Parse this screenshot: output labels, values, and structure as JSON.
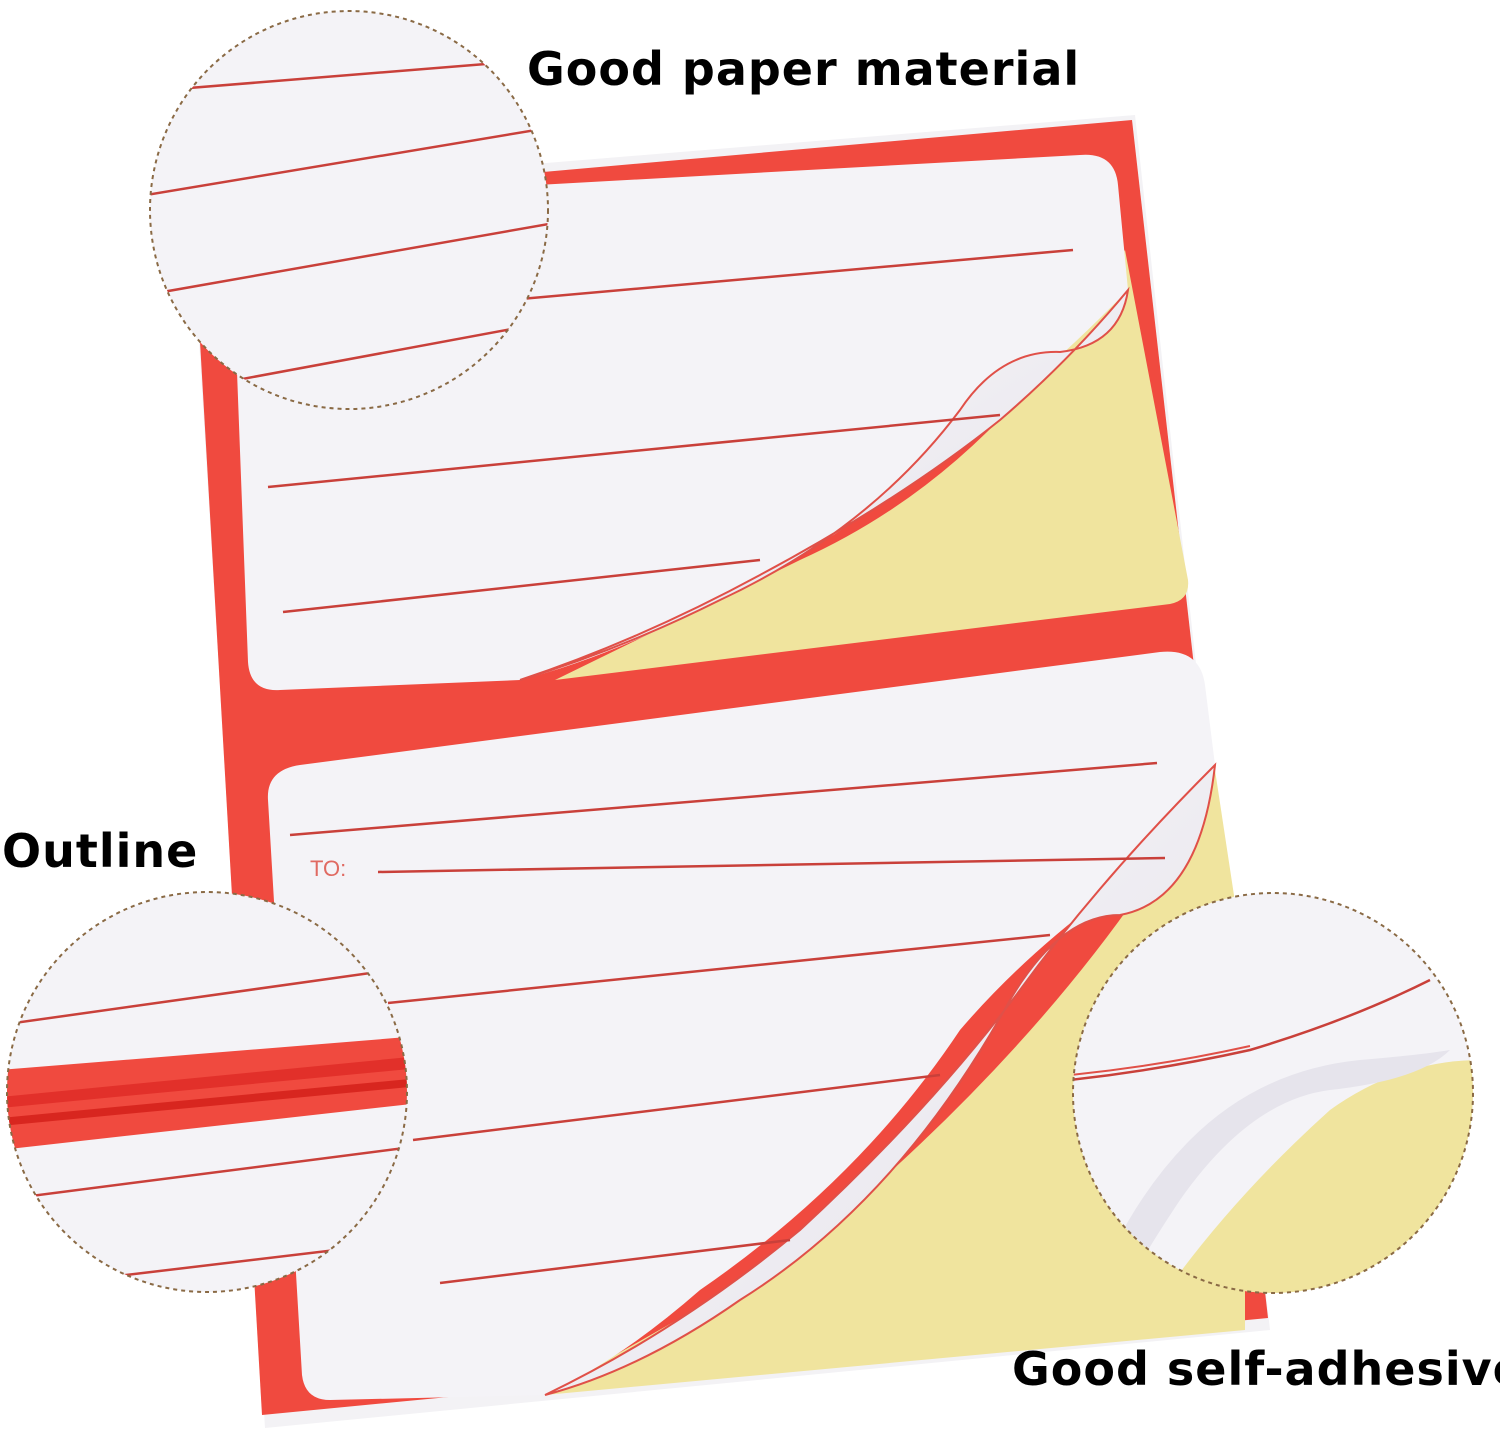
{
  "callouts": {
    "paper": "Good paper material",
    "outline": "Outline",
    "adhesive": "Good self-adhesive"
  },
  "label_text": {
    "to": "TO:"
  },
  "colors": {
    "border_red": "#f04a3f",
    "line_red": "#c9403a",
    "backing_yellow": "#f0e49e",
    "paper_white": "#f4f3f7",
    "dash_brown": "#8a6a45"
  }
}
